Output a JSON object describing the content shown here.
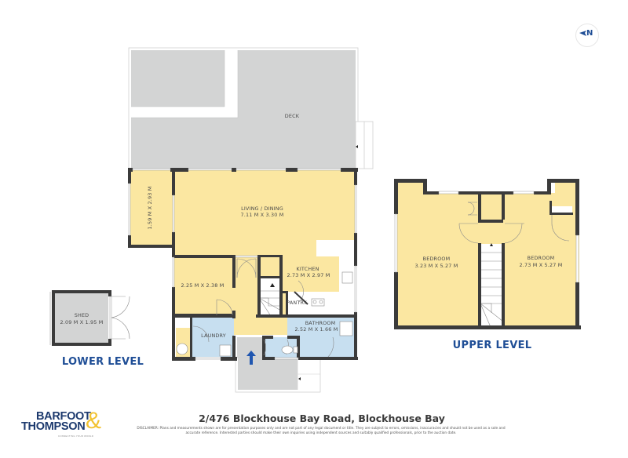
{
  "compass": {
    "label": "N",
    "icon": "north-arrow-icon"
  },
  "deck": {
    "label": "DECK"
  },
  "lower_level": {
    "title": "LOWER LEVEL",
    "rooms": {
      "side_room": {
        "dimensions": "1.59 M X 2.93 M"
      },
      "living_dining": {
        "name": "LIVING / DINING",
        "dimensions": "7.11 M X 3.30 M"
      },
      "room_225": {
        "dimensions": "2.25 M X 2.38 M"
      },
      "kitchen": {
        "name": "KITCHEN",
        "dimensions": "2.73 M X 2.97 M"
      },
      "pantry": {
        "name": "PANTRY"
      },
      "laundry": {
        "name": "LAUNDRY"
      },
      "bathroom": {
        "name": "BATHROOM",
        "dimensions": "2.52 M X 1.66 M"
      },
      "shed": {
        "name": "SHED",
        "dimensions": "2.09 M X 1.95 M"
      }
    },
    "entrance_icon": "entrance-arrow-icon"
  },
  "upper_level": {
    "title": "UPPER LEVEL",
    "rooms": {
      "bedroom_1": {
        "name": "BEDROOM",
        "dimensions": "3.23 M X 5.27 M"
      },
      "bedroom_2": {
        "name": "BEDROOM",
        "dimensions": "2.73 M X 5.27 M"
      }
    }
  },
  "footer": {
    "brand_line1": "BARFOOT",
    "brand_line2": "THOMPSON",
    "brand_amp": "&",
    "brand_tagline": "CONNECTING YOUR WORLD",
    "address": "2/476 Blockhouse Bay Road, Blockhouse Bay",
    "disclaimer": "DISCLAIMER: Plans and measurements shown are for presentation purposes only and are not part of any legal document or title. They are subject to errors, omissions, inaccuracies and should not be used as a sole and accurate reference. Interested parties should make their own inquiries using independent sources and suitably qualified professionals, prior to the auction date."
  },
  "colors": {
    "room_yellow": "#fbe7a1",
    "wet_blue": "#c7dff0",
    "deck_grey": "#d3d4d4",
    "wall": "#3b3b3b",
    "brand_blue": "#1f4e96",
    "brand_gold": "#f2c230"
  }
}
